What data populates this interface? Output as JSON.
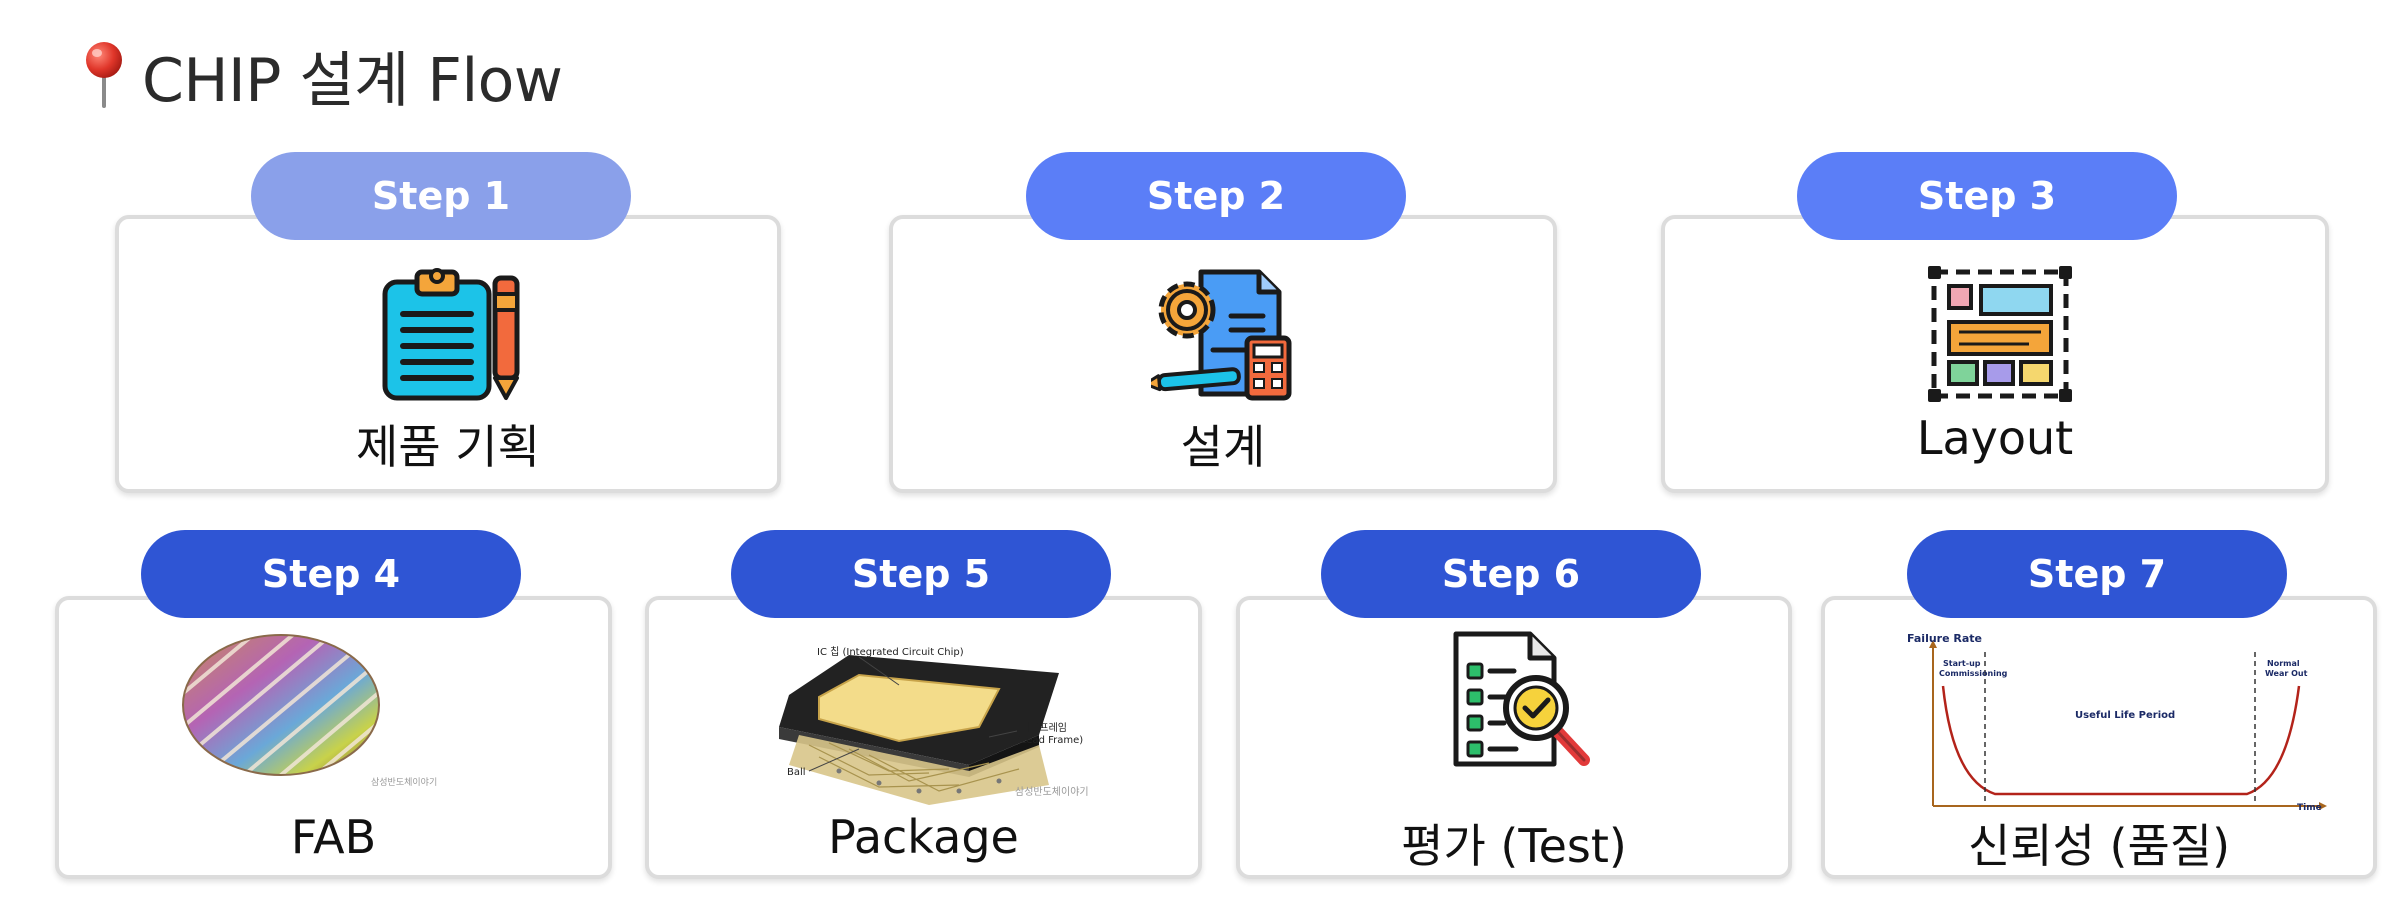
{
  "header": {
    "pin_icon": "red-pushpin",
    "title": "CHIP 설계 Flow"
  },
  "steps": [
    {
      "badge": "Step 1",
      "label": "제품 기획",
      "icon": "clipboard-pen-icon",
      "color": "#8aa0ea"
    },
    {
      "badge": "Step 2",
      "label": "설계",
      "icon": "design-document-gear-calculator-icon",
      "color": "#5b7ef7"
    },
    {
      "badge": "Step 3",
      "label": "Layout",
      "icon": "layout-grid-icon",
      "color": "#5b7ef7"
    },
    {
      "badge": "Step 4",
      "label": "FAB",
      "icon": "silicon-wafer-image",
      "color": "#2f55d4",
      "watermark": "삼성반도체이야기"
    },
    {
      "badge": "Step 5",
      "label": "Package",
      "icon": "semiconductor-package-image",
      "color": "#2f55d4",
      "callouts": {
        "chip": "IC 칩 (Integrated Circuit Chip)",
        "frame_ko": "리드프레임",
        "frame_en": "(Lead Frame)",
        "ball": "Ball"
      },
      "watermark": "삼성반도체이야기"
    },
    {
      "badge": "Step 6",
      "label": "평가 (Test)",
      "icon": "test-report-magnifier-icon",
      "color": "#2f55d4"
    },
    {
      "badge": "Step 7",
      "label": "신뢰성 (품질)",
      "icon": "bathtub-curve-chart",
      "color": "#2f55d4",
      "chart": {
        "y_title": "Failure Rate",
        "x_title": "Time",
        "region_left": [
          "Start-up",
          "Commissioning"
        ],
        "region_mid": "Useful Life Period",
        "region_right": [
          "Normal",
          "Wear Out"
        ]
      }
    }
  ]
}
